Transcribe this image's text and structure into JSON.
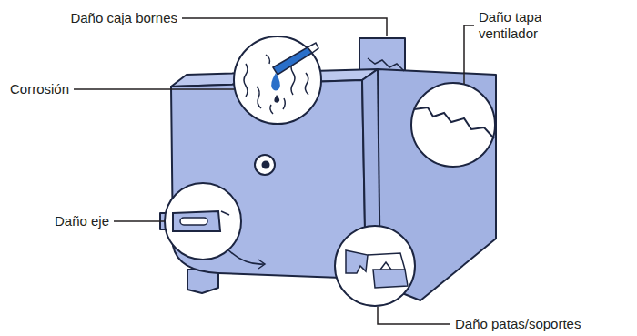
{
  "diagram": {
    "labels": [
      "Daño caja bornes",
      "Daño tapa ventilador",
      "Corrosión",
      "Daño eje",
      "Daño patas/soportes"
    ]
  }
}
